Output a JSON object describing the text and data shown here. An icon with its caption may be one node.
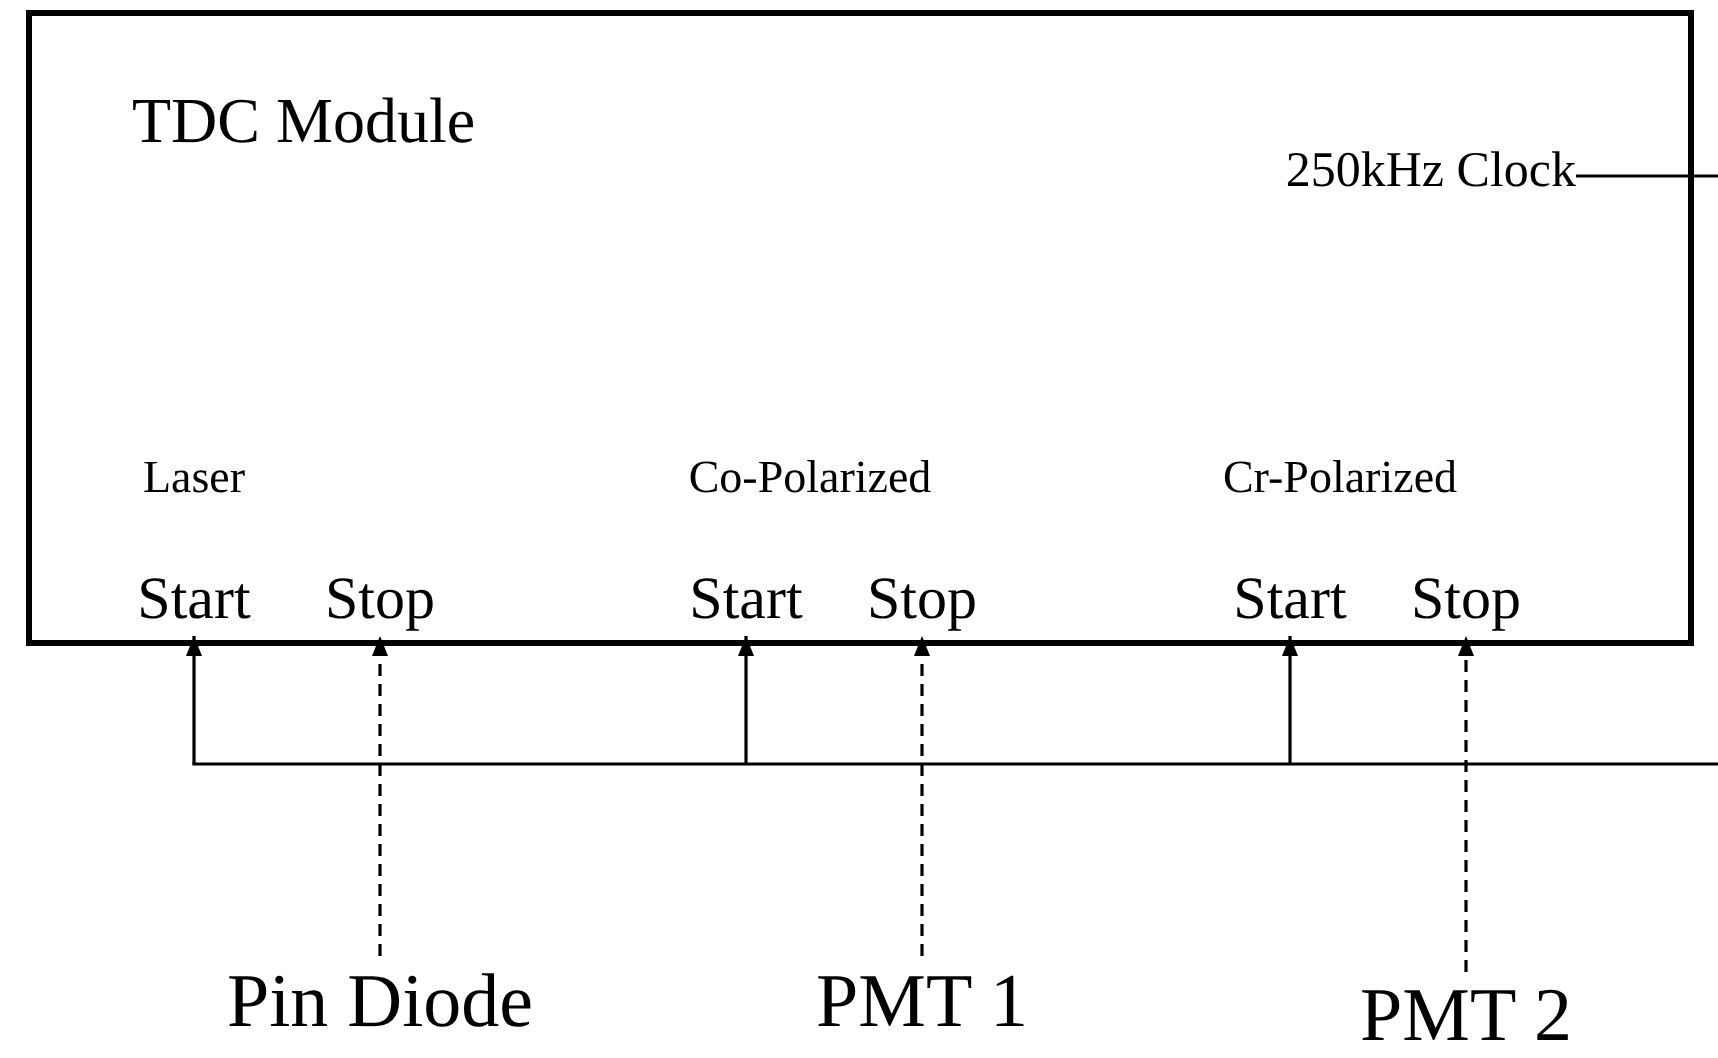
{
  "diagram": {
    "nodes": [
      {
        "text": [
          "TDC Module"
        ]
      },
      {
        "text": [
          "250kHz Clock"
        ],
        "in": 0
      },
      {
        "text": [
          "Start"
        ],
        "in": 0
      },
      {
        "text": [
          "Stop"
        ],
        "in": 0
      },
      {
        "text": [
          "Start"
        ],
        "in": 0
      },
      {
        "text": [
          "Stop"
        ],
        "in": 0
      },
      {
        "text": [
          "Start"
        ],
        "in": 0
      },
      {
        "text": [
          "Stop"
        ],
        "in": 0
      },
      {
        "text": [
          "Pin Diode"
        ]
      },
      {
        "text": [
          "PMT 1"
        ]
      },
      {
        "text": [
          "PMT 2"
        ]
      }
    ],
    "edges": [
      {
        "from": 1,
        "to": null,
        "arrow": "none"
      },
      {
        "from": null,
        "to": 2,
        "arrow": "to"
      },
      {
        "from": null,
        "to": 4,
        "arrow": "to"
      },
      {
        "from": null,
        "to": 6,
        "arrow": "to"
      },
      {
        "from": 8,
        "to": 3,
        "arrow": "to",
        "style": "dashed"
      },
      {
        "from": 9,
        "to": 5,
        "arrow": "to",
        "style": "dashed"
      },
      {
        "from": 10,
        "to": 7,
        "arrow": "to",
        "style": "dashed"
      }
    ],
    "labels": [
      "Laser",
      "Co-Polarized",
      "Cr-Polarized"
    ]
  }
}
